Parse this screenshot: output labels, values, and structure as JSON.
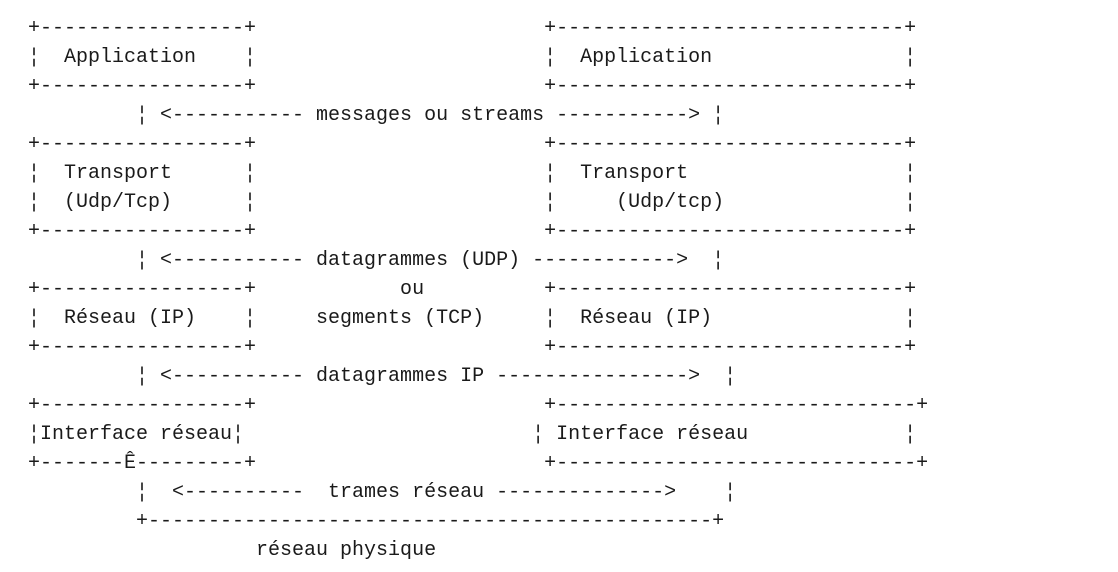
{
  "diagram_lines": [
    "+-----------------+                        +-----------------------------+",
    "¦  Application    ¦                        ¦  Application                ¦",
    "+-----------------+                        +-----------------------------+",
    "         ¦ <----------- messages ou streams -----------> ¦",
    "+-----------------+                        +-----------------------------+",
    "¦  Transport      ¦                        ¦  Transport                  ¦",
    "¦  (Udp/Tcp)      ¦                        ¦     (Udp/tcp)               ¦",
    "+-----------------+                        +-----------------------------+",
    "         ¦ <----------- datagrammes (UDP) ------------>  ¦",
    "+-----------------+            ou          +-----------------------------+",
    "¦  Réseau (IP)    ¦     segments (TCP)     ¦  Réseau (IP)                ¦",
    "+-----------------+                        +-----------------------------+",
    "         ¦ <----------- datagrammes IP ---------------->  ¦",
    "+-----------------+                        +------------------------------+",
    "¦Interface réseau¦                        ¦ Interface réseau             ¦",
    "+-------Ê---------+                        +------------------------------+",
    "         ¦  <----------  trames réseau -------------->    ¦",
    "         +-----------------------------------------------+",
    "                   réseau physique"
  ]
}
